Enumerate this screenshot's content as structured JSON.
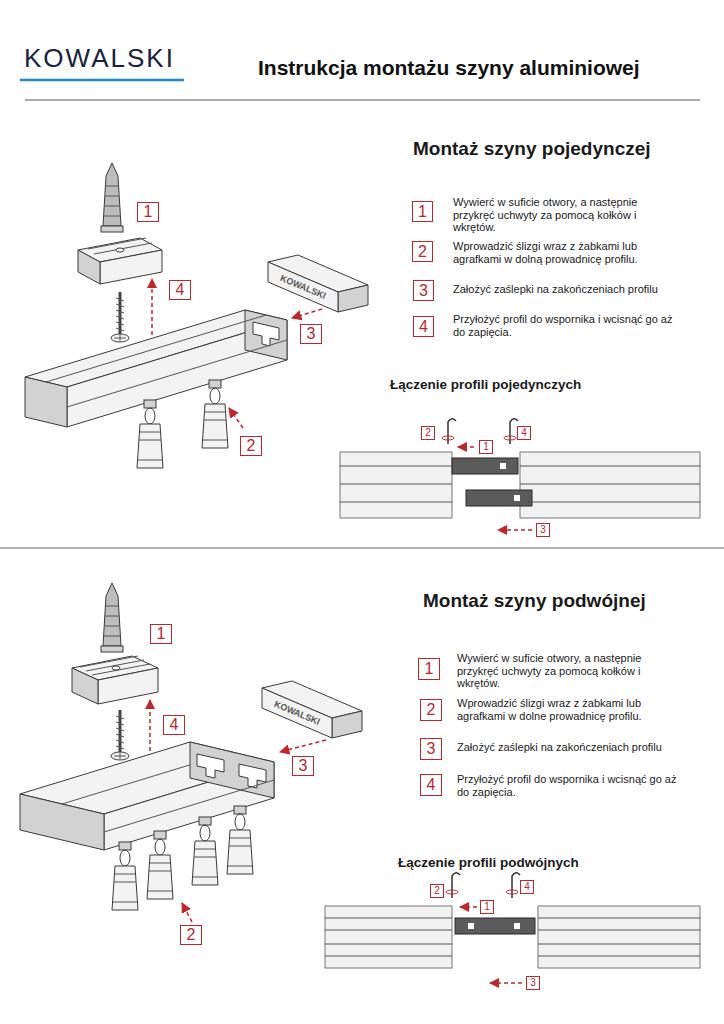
{
  "diagram": {
    "title": "Instrukcja montażu szyny aluminiowej",
    "nodes": [
      {
        "text": [
          "1"
        ]
      },
      {
        "text": [
          "4"
        ]
      },
      {
        "text": [
          "3"
        ]
      },
      {
        "text": [
          "2"
        ]
      },
      {
        "text": [
          "1"
        ]
      },
      {
        "text": [
          "2"
        ]
      },
      {
        "text": [
          "3"
        ]
      },
      {
        "text": [
          "4"
        ]
      },
      {
        "text": [
          "2"
        ]
      },
      {
        "text": [
          "1"
        ]
      },
      {
        "text": [
          "4"
        ]
      },
      {
        "text": [
          "3"
        ]
      },
      {
        "text": [
          "1"
        ]
      },
      {
        "text": [
          "4"
        ]
      },
      {
        "text": [
          "3"
        ]
      },
      {
        "text": [
          "2"
        ]
      },
      {
        "text": [
          "1"
        ]
      },
      {
        "text": [
          "2"
        ]
      },
      {
        "text": [
          "3"
        ]
      },
      {
        "text": [
          "4"
        ]
      },
      {
        "text": [
          "2"
        ]
      },
      {
        "text": [
          "1"
        ]
      },
      {
        "text": [
          "4"
        ]
      },
      {
        "text": [
          "3"
        ]
      }
    ],
    "labels": [
      "KOWALSKI",
      "Montaż szyny pojedynczej",
      "Wywierć w suficie otwory, a następnie przykręć uchwyty za pomocą kołków i wkrętów.",
      "Wprowadzić ślizgi wraz z żabkami lub agrafkami w dolną prowadnicę profilu.",
      "Założyć zaślepki na zakończeniach profilu",
      "Przyłożyć profil do wspornika i wcisnąć go aż do zapięcia.",
      "KOWALSKI",
      "Łączenie profili pojedynczych",
      "Montaż szyny podwójnej",
      "Wywierć w suficie otwory, a następnie przykręć uchwyty za pomocą kołków i wkrętów.",
      "Wprowadzić ślizgi wraz z żabkami lub agrafkami w dolne prowadnicę profilu.",
      "Założyć zaślepki na zakończeniach profilu",
      "Przyłożyć profil do wspornika i wcisnąć go aż do zapięcia.",
      "KOWALSKI",
      "Łączenie profili podwójnych"
    ]
  }
}
